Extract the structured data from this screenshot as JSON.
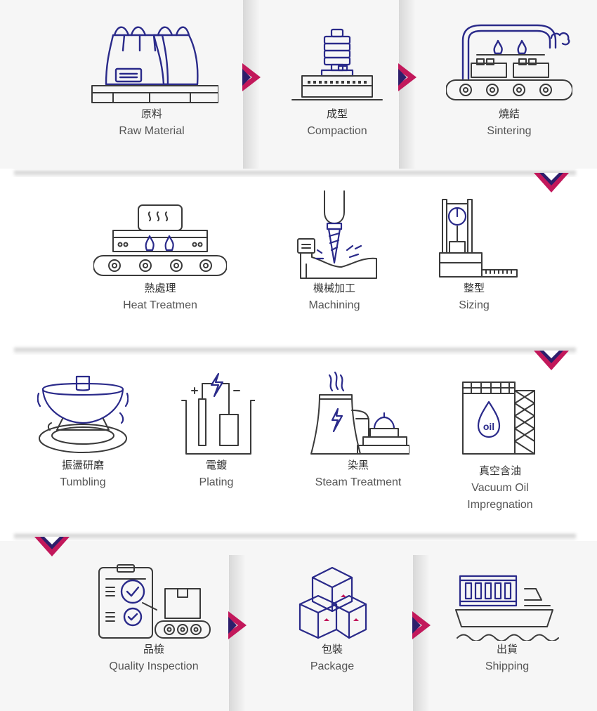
{
  "rows": [
    {
      "steps": [
        {
          "zh": "原料",
          "en": "Raw Material",
          "icon": "raw-material-bags-icon"
        },
        {
          "zh": "成型",
          "en": "Compaction",
          "icon": "compaction-press-icon"
        },
        {
          "zh": "燒結",
          "en": "Sintering",
          "icon": "sintering-furnace-icon"
        }
      ]
    },
    {
      "steps": [
        {
          "zh": "熱處理",
          "en": "Heat Treatmen",
          "icon": "heat-treatment-conveyor-icon"
        },
        {
          "zh": "機械加工",
          "en": "Machining",
          "icon": "machining-drill-icon"
        },
        {
          "zh": "整型",
          "en": "Sizing",
          "icon": "sizing-press-icon"
        }
      ]
    },
    {
      "steps": [
        {
          "zh": "振盪研磨",
          "en": "Tumbling",
          "icon": "tumbling-bowl-icon"
        },
        {
          "zh": "電鍍",
          "en": "Plating",
          "icon": "plating-tank-icon"
        },
        {
          "zh": "染黑",
          "en": "Steam Treatment",
          "icon": "steam-tower-icon"
        },
        {
          "zh": "真空含油",
          "en": "Vacuum Oil Impregnation",
          "icon": "oil-tank-icon"
        }
      ]
    },
    {
      "steps": [
        {
          "zh": "品檢",
          "en": "Quality Inspection",
          "icon": "quality-clipboard-icon"
        },
        {
          "zh": "包裝",
          "en": "Package",
          "icon": "package-boxes-icon"
        },
        {
          "zh": "出貨",
          "en": "Shipping",
          "icon": "cargo-ship-icon"
        }
      ]
    }
  ],
  "colors": {
    "line": "#3a3a3a",
    "accent": "#2a2a8a",
    "arrow_dark": "#2d1e6b",
    "arrow_light": "#c2185b"
  }
}
